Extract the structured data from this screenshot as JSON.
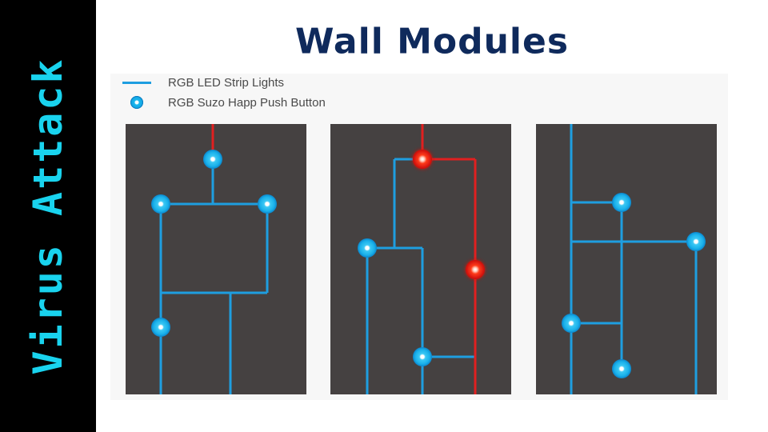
{
  "sidebar": {
    "title": "Virus Attack"
  },
  "title": "Wall Modules",
  "legend": [
    {
      "label": "RGB LED Strip Lights",
      "symbol": "strip-line"
    },
    {
      "label": "RGB Suzo Happ Push Button",
      "symbol": "push-button"
    }
  ],
  "colors": {
    "sidebar_bg": "#000000",
    "sidebar_text": "#19d3ee",
    "title_text": "#0f2a5c",
    "panel_bg": "#454141",
    "strip_blue": "#1e9ee0",
    "button_blue": "#19b8ee",
    "strip_red": "#e02020"
  },
  "modules": [
    {
      "name": "module-1",
      "blue_buttons": 4,
      "red_buttons": 0
    },
    {
      "name": "module-2",
      "blue_buttons": 2,
      "red_buttons": 2
    },
    {
      "name": "module-3",
      "blue_buttons": 4,
      "red_buttons": 0
    }
  ]
}
